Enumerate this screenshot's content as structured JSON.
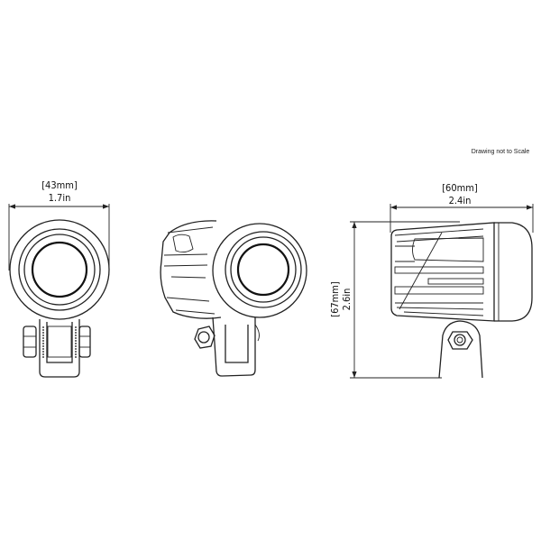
{
  "note": "Drawing not to Scale",
  "views": {
    "front": {
      "width_mm": "[43mm]",
      "width_in": "1.7in"
    },
    "side_angle": {},
    "side": {
      "depth_mm": "[60mm]",
      "depth_in": "2.4in",
      "height_mm": "[67mm]",
      "height_in": "2.6in"
    }
  },
  "colors": {
    "line": "#222222",
    "background": "#ffffff"
  }
}
